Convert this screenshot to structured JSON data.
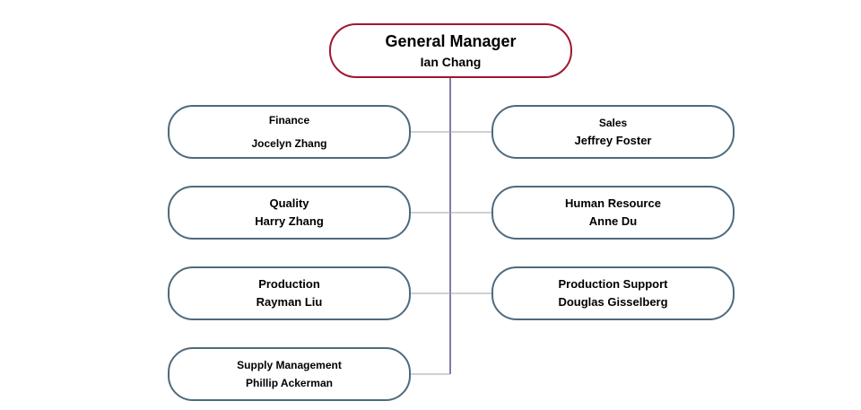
{
  "colors": {
    "root_border": "#a0182e",
    "node_border": "#4f6a7d",
    "trunk_line": "#5a4f8c",
    "branch_line": "#9aa3ad"
  },
  "root": {
    "title": "General Manager",
    "name": "Ian Chang"
  },
  "left": [
    {
      "title": "Finance",
      "name": "Jocelyn Zhang"
    },
    {
      "title": "Quality",
      "name": "Harry Zhang"
    },
    {
      "title": "Production",
      "name": "Rayman Liu"
    },
    {
      "title": "Supply Management",
      "name": "Phillip Ackerman"
    }
  ],
  "right": [
    {
      "title": "Sales",
      "name": "Jeffrey Foster"
    },
    {
      "title": "Human Resource",
      "name": "Anne Du"
    },
    {
      "title": "Production Support",
      "name": "Douglas Gisselberg"
    }
  ]
}
